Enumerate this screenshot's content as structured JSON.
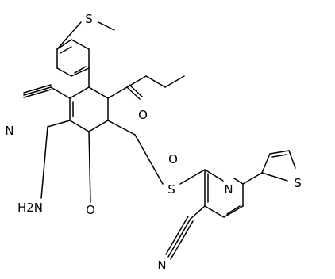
{
  "structure": {
    "atoms": {
      "s_methyl": "S",
      "o_ester": "O",
      "o_ester_ether": "O",
      "n_cyano_pyran": "N",
      "n_amino": "H2N",
      "o_ring": "O",
      "s_bridge": "S",
      "n_pyridine": "N",
      "s_thiophene": "S",
      "n_cyano_pyridine": "N"
    }
  }
}
